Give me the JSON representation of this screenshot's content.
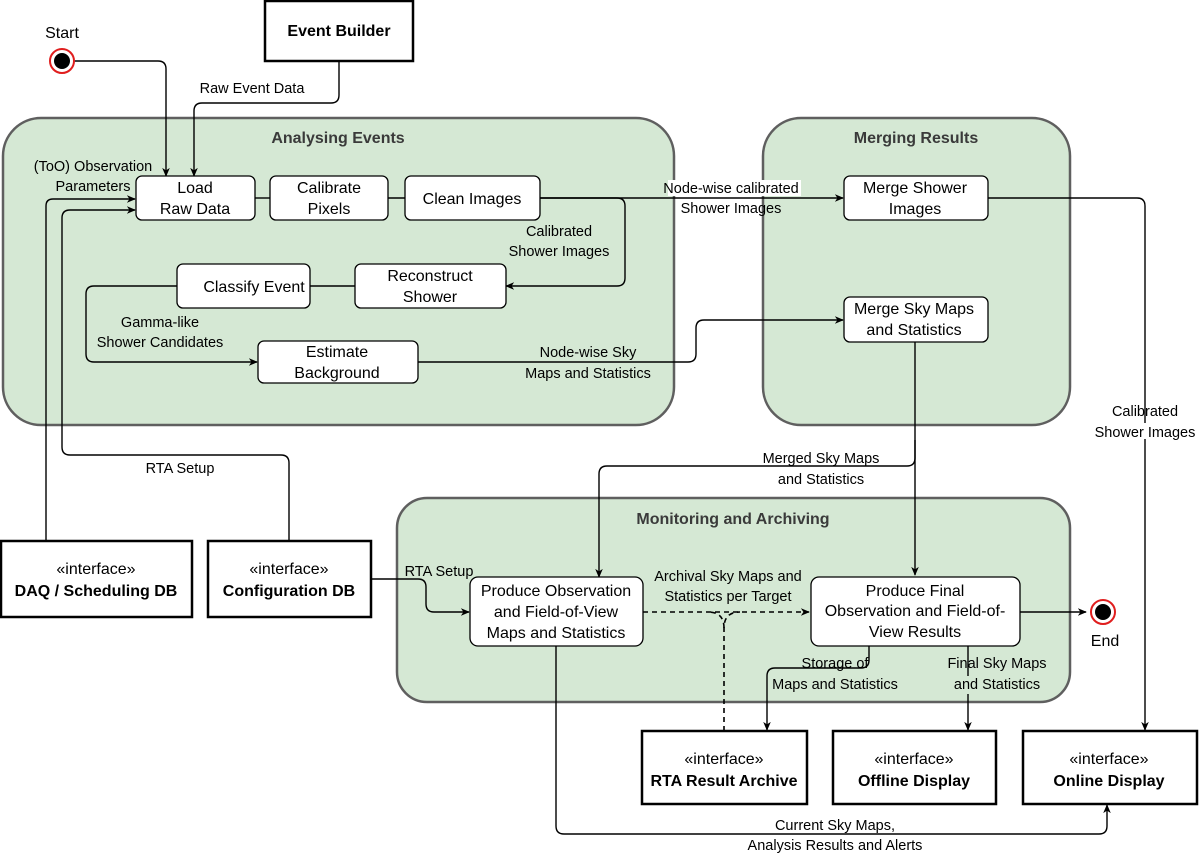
{
  "groups": {
    "analysing": "Analysing Events",
    "merging": "Merging Results",
    "monitoring": "Monitoring and Archiving"
  },
  "states": {
    "start": "Start",
    "end": "End"
  },
  "nodes": {
    "event_builder": "Event Builder",
    "load_raw": [
      "Load",
      "Raw Data"
    ],
    "calibrate": [
      "Calibrate",
      "Pixels"
    ],
    "clean": "Clean Images",
    "classify": "Classify Event",
    "reconstruct": [
      "Reconstruct",
      "Shower"
    ],
    "estimate_bg": [
      "Estimate",
      "Background"
    ],
    "merge_shower": [
      "Merge Shower",
      "Images"
    ],
    "merge_sky": [
      "Merge Sky Maps",
      "and Statistics"
    ],
    "produce_obs": [
      "Produce Observation",
      "and Field-of-View",
      "Maps and Statistics"
    ],
    "produce_final": [
      "Produce Final",
      "Observation and Field-of-",
      "View Results"
    ]
  },
  "interfaces": {
    "stereotype": "«interface»",
    "daq": "DAQ / Scheduling DB",
    "config": "Configuration DB",
    "archive": "RTA Result Archive",
    "offline": "Offline Display",
    "online": "Online Display"
  },
  "edge_labels": {
    "raw_event_data": "Raw Event Data",
    "too_obs_params": [
      "(ToO) Observation",
      "Parameters"
    ],
    "calibrated_shower_images_inner": [
      "Calibrated",
      "Shower Images"
    ],
    "node_wise_calibrated": [
      "Node-wise calibrated",
      "Shower Images"
    ],
    "gamma_like": [
      "Gamma-like",
      "Shower Candidates"
    ],
    "node_wise_sky": [
      "Node-wise Sky",
      "Maps and Statistics"
    ],
    "calibrated_shower_images_outer": [
      "Calibrated",
      "Shower Images"
    ],
    "rta_setup_top": "RTA Setup",
    "merged_sky_maps": [
      "Merged Sky Maps",
      "and Statistics"
    ],
    "rta_setup_bottom": "RTA Setup",
    "archival": [
      "Archival Sky Maps and",
      "Statistics per Target"
    ],
    "storage": [
      "Storage of",
      "Maps and Statistics"
    ],
    "final_sky_maps": [
      "Final Sky Maps",
      "and Statistics"
    ],
    "current_sky_maps": [
      "Current Sky Maps,",
      "Analysis Results and Alerts"
    ]
  }
}
